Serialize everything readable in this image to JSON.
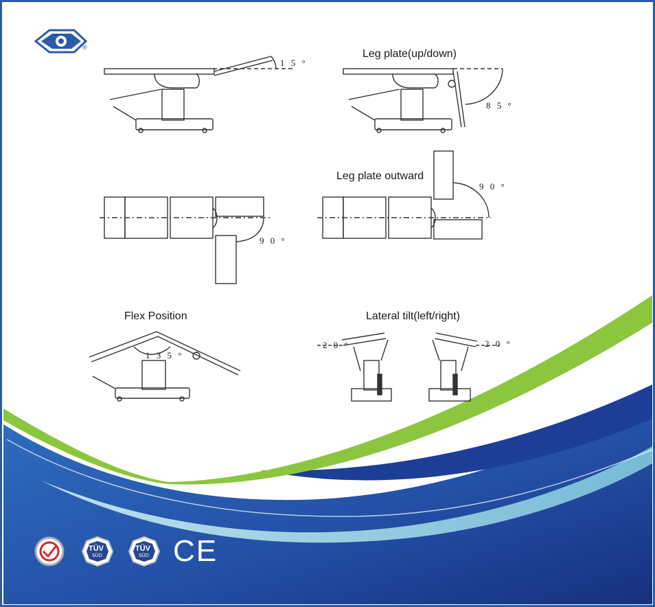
{
  "headings": {
    "leg_up_down": "Leg plate(up/down)",
    "leg_outward": "Leg plate outward",
    "flex": "Flex Position",
    "lateral": "Lateral tilt(left/right)"
  },
  "angles": {
    "head_tilt": "1 5 °",
    "leg_down": "8 5 °",
    "split_down": "9 0 °",
    "split_out": "9 0 °",
    "flex": "1 3 5 °",
    "tilt_left": "2 0 °",
    "tilt_right": "2 0 °"
  },
  "logo": {
    "registered": "®"
  },
  "certifications": {
    "tuv1_main": "TÜV",
    "tuv1_sub": "SÜD",
    "tuv2_main": "TÜV",
    "tuv2_sub": "SÜD",
    "ce_mark": "CE"
  },
  "colors": {
    "frame_blue": "#2b5aa8",
    "deep_blue": "#1d3e97",
    "green_swoosh": "#8cc63f",
    "light_cyan": "#9fd6e6",
    "line": "#333333"
  }
}
